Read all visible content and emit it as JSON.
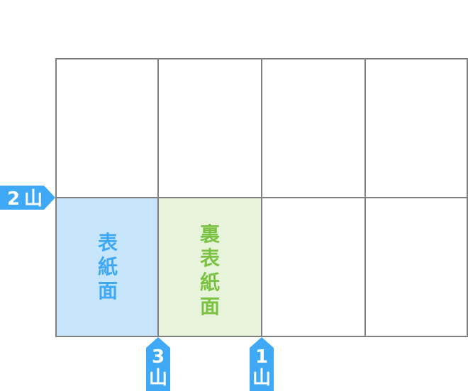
{
  "colors": {
    "tag": "#3fa9f5",
    "front_fill": "#c7e5fb",
    "front_text": "#3fa9f5",
    "back_fill": "#e7f4db",
    "back_text": "#7cc242",
    "grid": "#808080"
  },
  "panels": {
    "front": [
      "表",
      "紙",
      "面"
    ],
    "back": [
      "裏",
      "表",
      "紙",
      "面"
    ]
  },
  "tags": {
    "fold2": {
      "num": "2",
      "kanji": "山"
    },
    "fold3": {
      "num": "3",
      "kanji": "山"
    },
    "fold1": {
      "num": "1",
      "kanji": "山"
    }
  }
}
